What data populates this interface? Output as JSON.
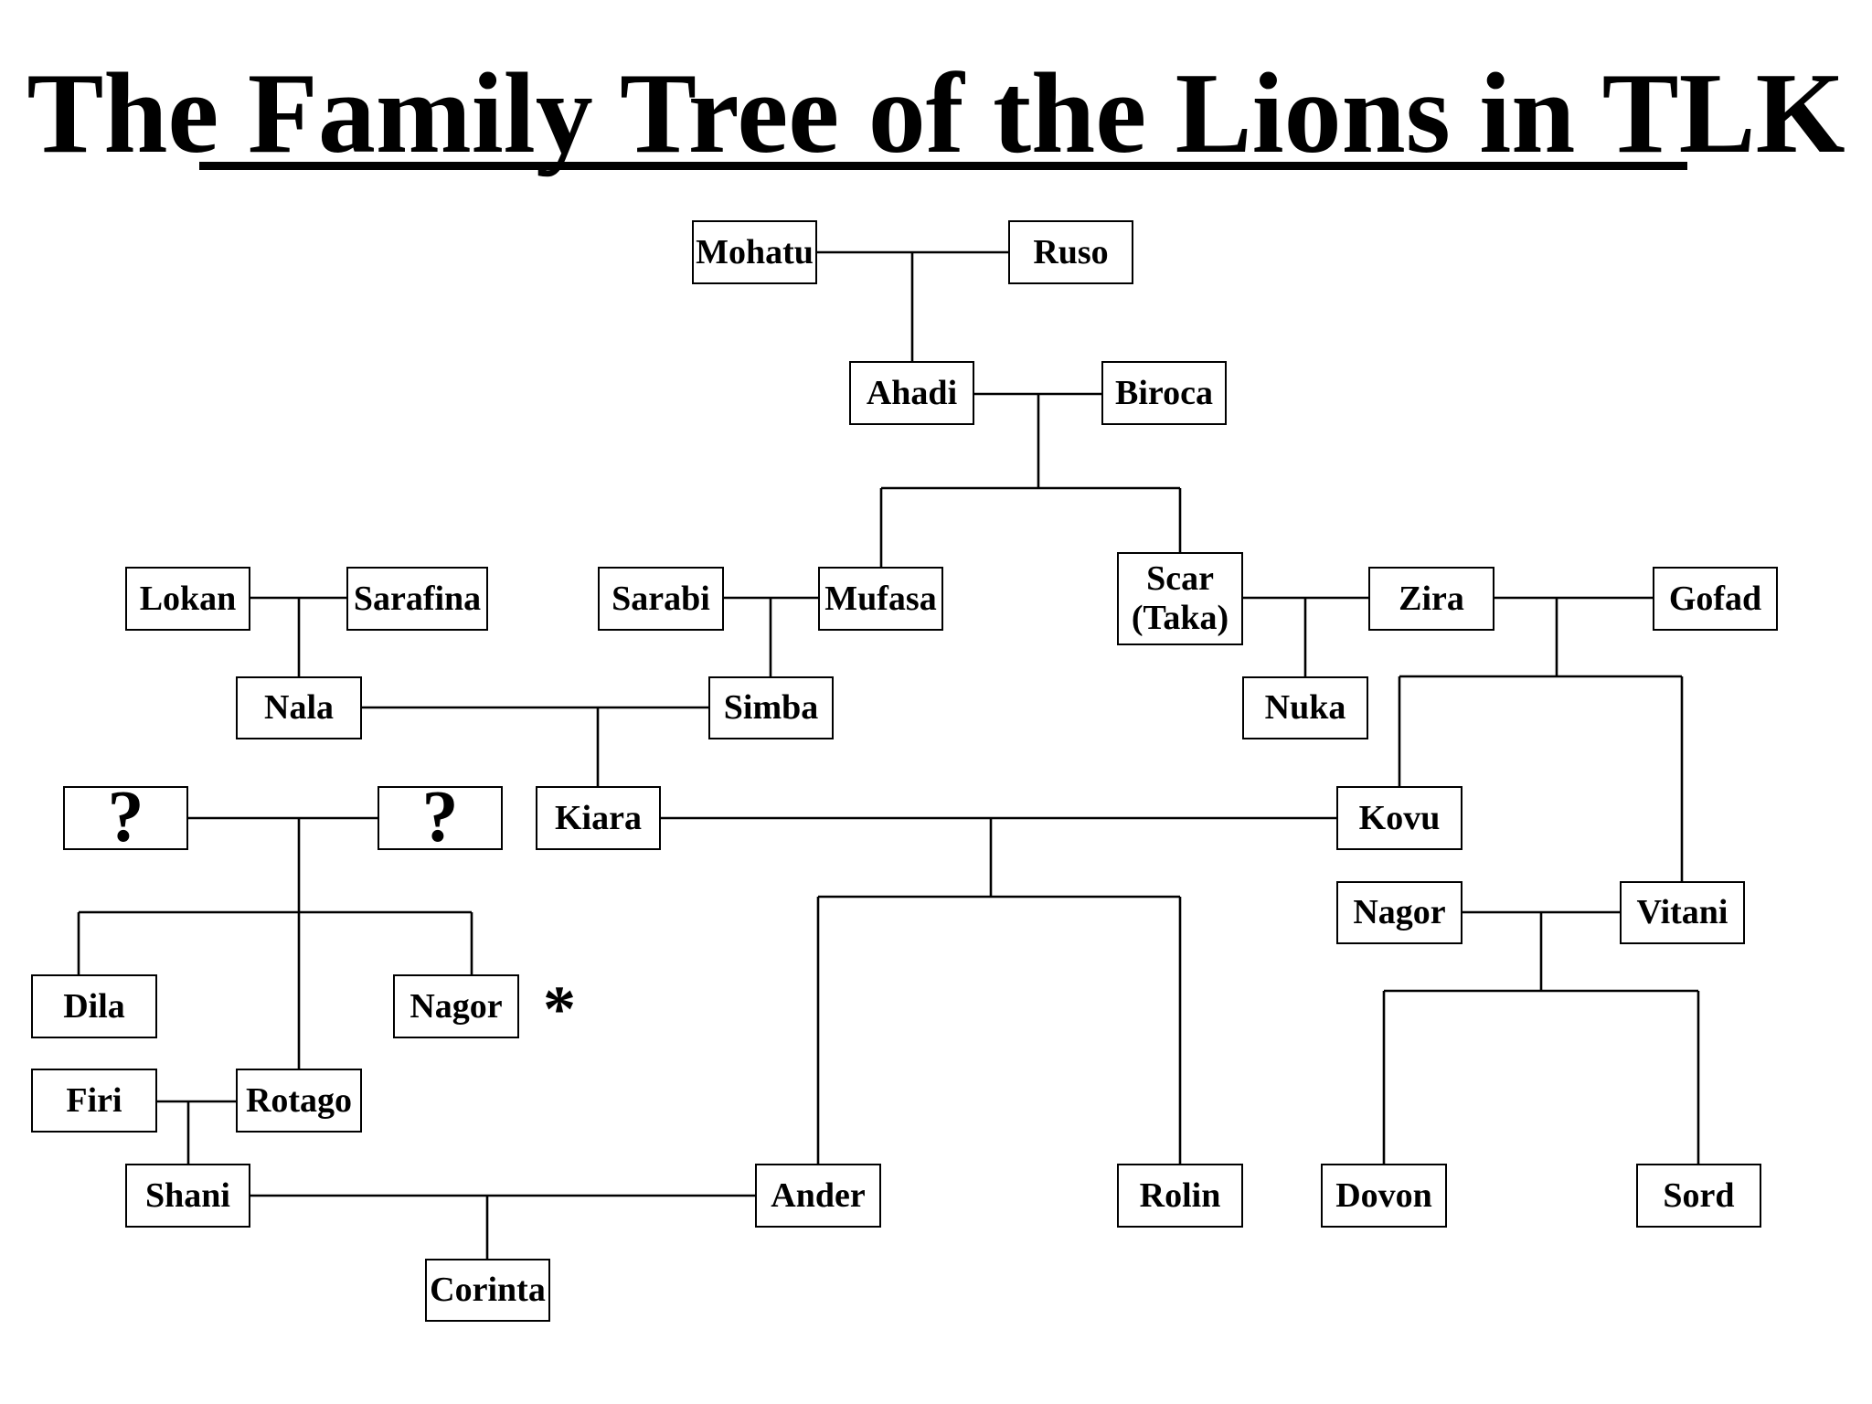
{
  "title": "The Family Tree of the Lions in TLK",
  "people": {
    "mohatu": "Mohatu",
    "ruso": "Ruso",
    "ahadi": "Ahadi",
    "biroca": "Biroca",
    "lokan": "Lokan",
    "sarafina": "Sarafina",
    "sarabi": "Sarabi",
    "mufasa": "Mufasa",
    "scar_line1": "Scar",
    "scar_line2": "(Taka)",
    "zira": "Zira",
    "gofad": "Gofad",
    "nala": "Nala",
    "simba": "Simba",
    "nuka": "Nuka",
    "unknown_1": "?",
    "unknown_2": "?",
    "kiara": "Kiara",
    "kovu": "Kovu",
    "nagor_right": "Nagor",
    "vitani": "Vitani",
    "dila": "Dila",
    "nagor_left": "Nagor",
    "firi": "Firi",
    "rotago": "Rotago",
    "shani": "Shani",
    "ander": "Ander",
    "rolin": "Rolin",
    "dovon": "Dovon",
    "sord": "Sord",
    "corinta": "Corinta"
  },
  "note_mark": "*"
}
